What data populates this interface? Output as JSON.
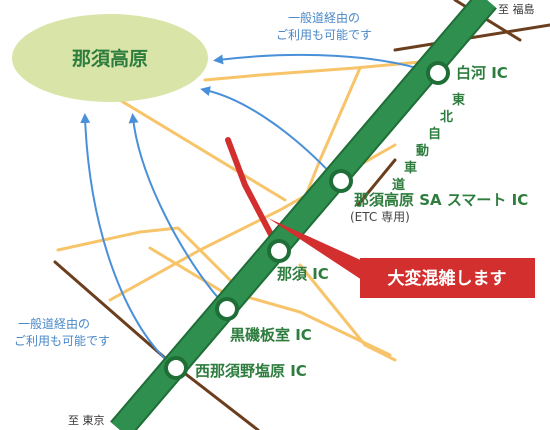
{
  "area_name": "那須高原",
  "destinations": {
    "north": "至 福島",
    "south": "至 東京"
  },
  "road_notes": {
    "top_line1": "一般道経由の",
    "top_line2": "ご利用も可能です",
    "left_line1": "一般道経由の",
    "left_line2": "ご利用も可能です"
  },
  "expressway_label": [
    "東",
    "北",
    "自",
    "動",
    "車",
    "道"
  ],
  "interchanges": [
    {
      "id": "shirakawa",
      "label": "白河 IC"
    },
    {
      "id": "nasukogen-sa",
      "label": "那須高原 SA スマート IC",
      "sublabel": "(ETC 専用)"
    },
    {
      "id": "nasu",
      "label": "那須 IC"
    },
    {
      "id": "kuroiso",
      "label": "黒磯板室 IC"
    },
    {
      "id": "nishinasuno",
      "label": "西那須野塩原 IC"
    }
  ],
  "congestion_label": "大変混雑します",
  "colors": {
    "expressway": "#2e8f4e",
    "local_road": "#f7c46a",
    "rail": "#6b3e1e",
    "route_arrow": "#4a90d9",
    "congested_road": "#d32f2f",
    "area_fill": "#d9e5a8",
    "text_green": "#2e7d3e"
  }
}
